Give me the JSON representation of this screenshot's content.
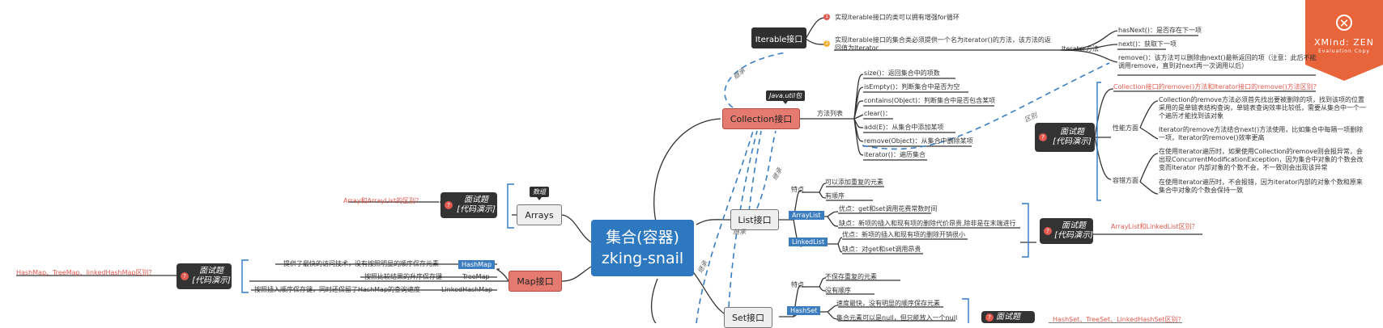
{
  "central": {
    "line1": "集合(容器)",
    "line2": "zking-snail"
  },
  "iterable": {
    "title": "Iterable接口",
    "note1": "实现Iterable接口的类可以拥有增强for循环",
    "note2": "实现Iterable接口的集合类必须提供一个名为iterator()的方法，该方法的返回值为Iterator",
    "iter_method": "Iterator方法",
    "methods": [
      "hasNext()：是否存在下一项",
      "next()：获取下一项",
      "remove()：该方法可以删除由next()最新返回的项（注意：此后不能调用remove，直到对next再一次调用以后）"
    ]
  },
  "collection": {
    "title": "Collection接口",
    "tag": "Java.util包",
    "method_list_label": "方法列表",
    "methods": [
      "size()：返回集合中的项数",
      "isEmpty()：判断集合中是否为空",
      "contains(Object)：判断集合中是否包含某项",
      "clear()：",
      "add(E)：从集合中添加某项",
      "remove(Object)：从集合中删除某项",
      "iterator()：遍历集合"
    ]
  },
  "interview_remove": {
    "box_line1": "面试题",
    "box_line2": "[代码演示]",
    "question": "Collection接口的remove()方法和Iterator接口的remove()方法区别？",
    "perf_label": "性能方面",
    "perf_items": [
      "Collection的remove方法必须首先找出要被删除的项，找到该项的位置采用的是单链表结构查询，单链表查询效率比较低，需要从集合中一个一个遍历才能找到该对象",
      "Iterator的remove方法结合next()方法使用，比如集合中每隔一项删除一项，Iterator的remove()效率更高"
    ],
    "compat_label": "容错方面",
    "compat_items": [
      "在使用Iterator遍历时，如果使用Collection的remove则会报异常，会出现ConcurrentModificationException，因为集合中对象的个数会改变而Iterator 内部对象的个数不会，不一致则会出现该异常",
      "在使用Iterator遍历时，不会报错，因为iterator内部的对象个数和原来集合中对象的个数会保持一致"
    ]
  },
  "arrays": {
    "title": "Arrays",
    "tag": "数组",
    "box_line1": "面试题",
    "box_line2": "[代码演示]",
    "question": "Array和ArrayList的区别？"
  },
  "map": {
    "title": "Map接口",
    "box_line1": "面试题",
    "box_line2": "[代码演示]",
    "question": "HashMap、TreeMap、linkedHashMap区别？",
    "impls": [
      {
        "name": "HashMap",
        "desc": "提供了最快的访问技术，没有按照明显的顺序保存元素"
      },
      {
        "name": "TreeMap",
        "desc": "按照比较结果的升序保存键"
      },
      {
        "name": "LinkedHashMap",
        "desc": "按照插入顺序保存键，同时还保留了HashMap的查询速度"
      }
    ]
  },
  "list": {
    "title": "List接口",
    "features_label": "特点",
    "features": [
      "可以添加重复的元素",
      "有顺序"
    ],
    "arraylist": "ArrayList",
    "arraylist_items": [
      "优点：get和set调用花费常数时间",
      "缺点：新项的插入和现有项的删除代价昂贵,除非是在末端进行"
    ],
    "linkedlist": "LinkedList",
    "linkedlist_items": [
      "优点：新项的插入和现有项的删除开销很小",
      "缺点：对get和set调用昂贵"
    ],
    "box_line1": "面试题",
    "box_line2": "[代码演示]",
    "question": "ArrayList和LinkedList区别？"
  },
  "set": {
    "title": "Set接口",
    "features_label": "特点",
    "features": [
      "不保存重复的元素",
      "没有顺序"
    ],
    "hashset": "HashSet",
    "hashset_items": [
      "速度最快，没有明显的顺序保存元素",
      "集合元素可以是null，但只能放入一个null"
    ],
    "box_line1": "面试题",
    "question": "HashSet、TreeSet、LinkedHashSet区别？"
  },
  "relation_labels": {
    "inherit": "继承",
    "diff": "区别"
  },
  "xmind": {
    "close": "✕",
    "brand": "XMind: ZEN",
    "sub": "Evaluation Copy"
  },
  "colors": {
    "central": "#2e78c0",
    "pink": "#e57a70",
    "dark": "#2f2f2f",
    "accent": "#e05a4f",
    "blue": "#3c7dbf",
    "xmind": "#e8643a"
  }
}
